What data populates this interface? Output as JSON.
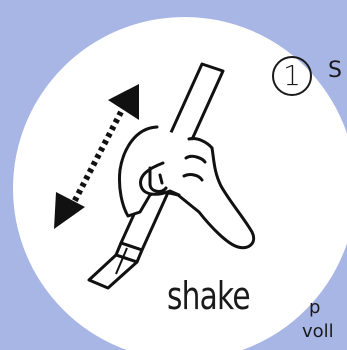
{
  "step": {
    "number": "1",
    "title_partial": "S"
  },
  "illustration": {
    "caption": "shake",
    "icons": [
      "hand-holding-marker-icon",
      "double-arrow-icon"
    ]
  },
  "body_text": {
    "line1_partial": "p",
    "line2_partial": "voll"
  },
  "colors": {
    "background": "#a8b6e6",
    "circle": "#ffffff",
    "ink": "#1a1a1a"
  }
}
